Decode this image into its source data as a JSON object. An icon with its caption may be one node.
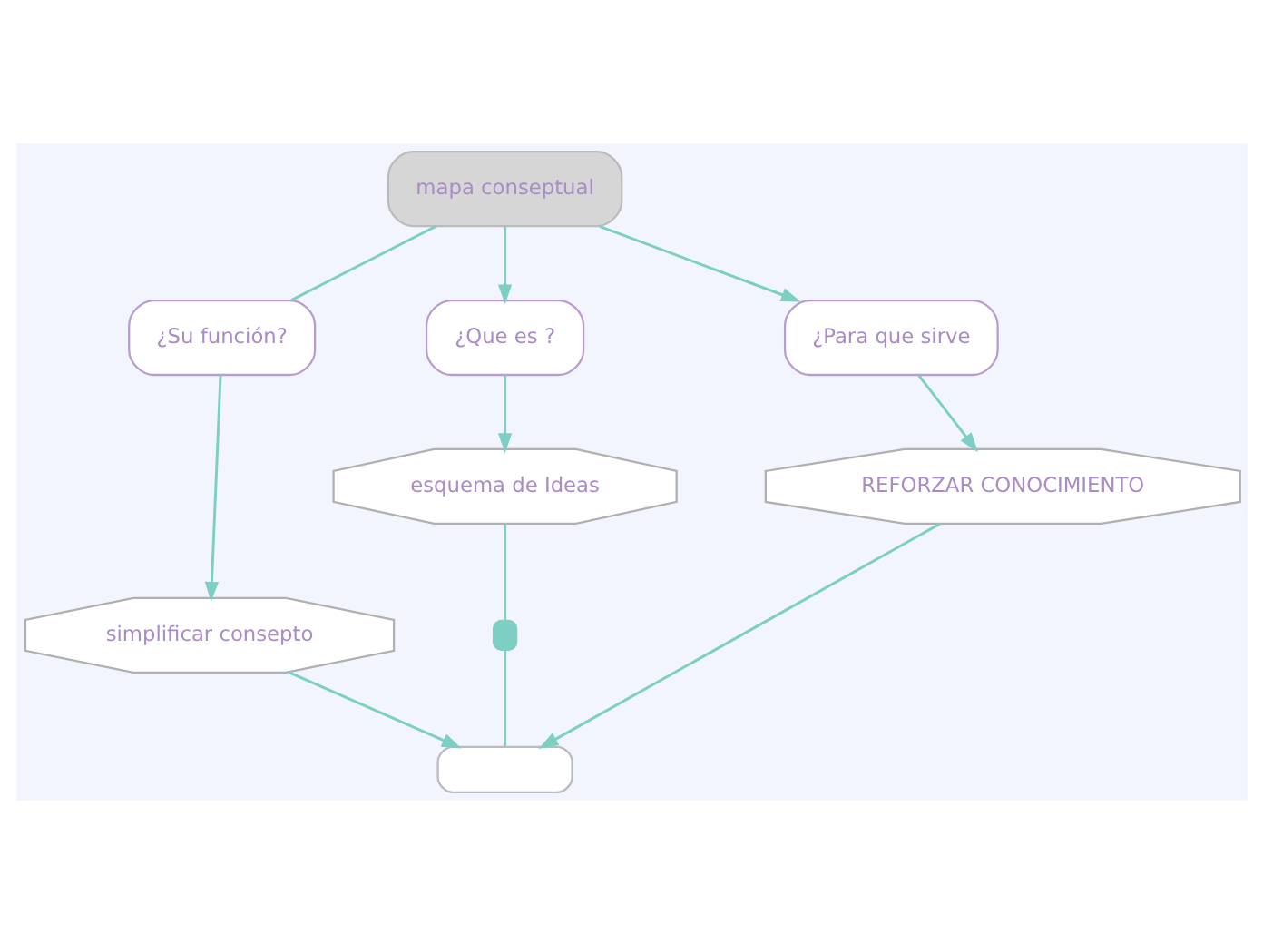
{
  "diagram": {
    "nodes": [
      {
        "text": [
          "mapa conseptual"
        ]
      },
      {
        "text": [
          "¿Su función?"
        ]
      },
      {
        "text": [
          "¿Que es ?"
        ]
      },
      {
        "text": [
          "¿Para que sirve"
        ]
      },
      {
        "text": [
          "esquema de Ideas"
        ]
      },
      {
        "text": [
          "simplificar consepto"
        ]
      },
      {
        "text": [
          "REFORZAR CONOCIMIENTO"
        ]
      },
      {
        "text": [],
        "shape": "box"
      },
      {
        "text": [],
        "shape": "box"
      }
    ],
    "edges": [
      {
        "from": 0,
        "to": 1,
        "arrow": "none"
      },
      {
        "from": 0,
        "to": 2,
        "arrow": "to"
      },
      {
        "from": 0,
        "to": 3,
        "arrow": "to"
      },
      {
        "from": 2,
        "to": 4,
        "arrow": "to"
      },
      {
        "from": 1,
        "to": 5,
        "arrow": "to"
      },
      {
        "from": 3,
        "to": 6,
        "arrow": "to"
      },
      {
        "from": 4,
        "to": 8,
        "arrow": "none"
      },
      {
        "from": 5,
        "to": 7,
        "arrow": "to"
      },
      {
        "from": 8,
        "to": 7,
        "arrow": "none"
      },
      {
        "from": 6,
        "to": 7,
        "arrow": "to"
      }
    ]
  }
}
